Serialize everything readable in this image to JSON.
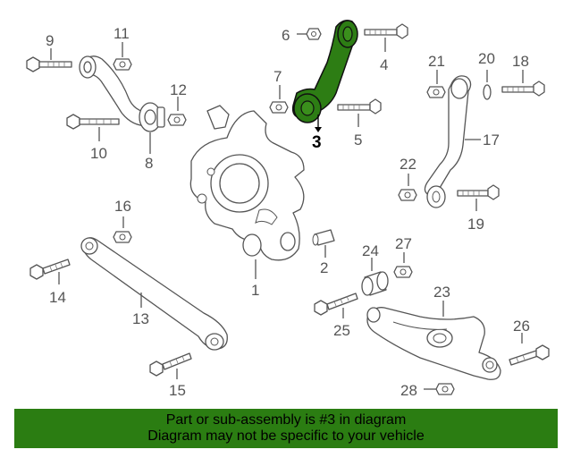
{
  "highlight_color": "#2b7d12",
  "highlighted_part": "3",
  "footer": {
    "line1": "Part or sub-assembly is #3 in diagram",
    "line2": "Diagram may not be specific to your vehicle"
  },
  "callouts": {
    "n1": "1",
    "n2": "2",
    "n3": "3",
    "n4": "4",
    "n5": "5",
    "n6": "6",
    "n7": "7",
    "n8": "8",
    "n9": "9",
    "n10": "10",
    "n11": "11",
    "n12": "12",
    "n13": "13",
    "n14": "14",
    "n15": "15",
    "n16": "16",
    "n17": "17",
    "n18": "18",
    "n19": "19",
    "n20": "20",
    "n21": "21",
    "n22": "22",
    "n23": "23",
    "n24": "24",
    "n25": "25",
    "n26": "26",
    "n27": "27",
    "n28": "28"
  }
}
